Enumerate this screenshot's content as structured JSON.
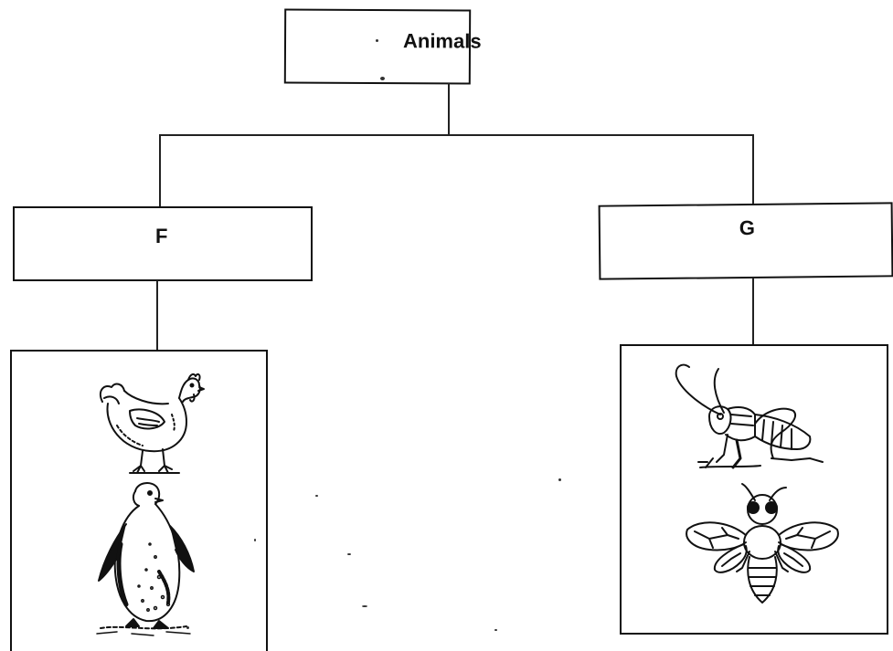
{
  "diagram": {
    "root": {
      "label": "Animals"
    },
    "groups": [
      {
        "label": "F",
        "animals": [
          {
            "name": "chicken",
            "icon": "chicken-icon"
          },
          {
            "name": "penguin",
            "icon": "penguin-icon"
          }
        ]
      },
      {
        "label": "G",
        "animals": [
          {
            "name": "grasshopper",
            "icon": "grasshopper-icon"
          },
          {
            "name": "bee",
            "icon": "bee-icon"
          }
        ]
      }
    ]
  }
}
